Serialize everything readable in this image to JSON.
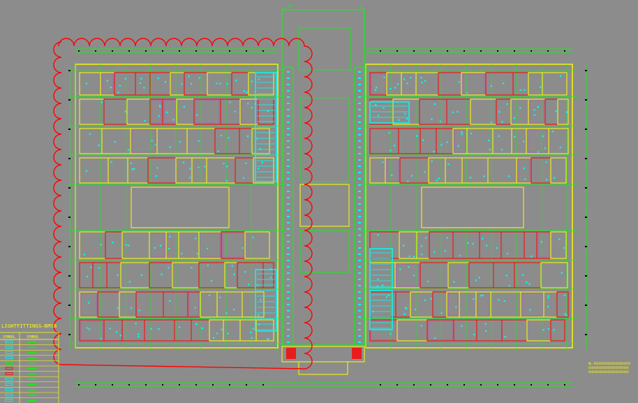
{
  "drawing": {
    "legend": {
      "title": "LIGHTFITTINGS—BMSB",
      "col1": "SYMBOL",
      "col2": "SYMBOL",
      "row_count": 12
    },
    "notes": [
      "NL.XXXXXXXXXXXXXXXXXXXXXX",
      "XXXXXXXXXXXXXXXXXXXXXXXX",
      "XXXXXXXXXXXXXXXXXXXXXXXX"
    ],
    "colors": {
      "background": "#8c8c8c",
      "grid_line": "#00ff00",
      "wall": "#ffff00",
      "partition": "#ff0000",
      "fixture": "#00ffff",
      "revision_cloud": "#ff0000",
      "hatch": "#ff00ff",
      "axis_black": "#000000"
    }
  }
}
